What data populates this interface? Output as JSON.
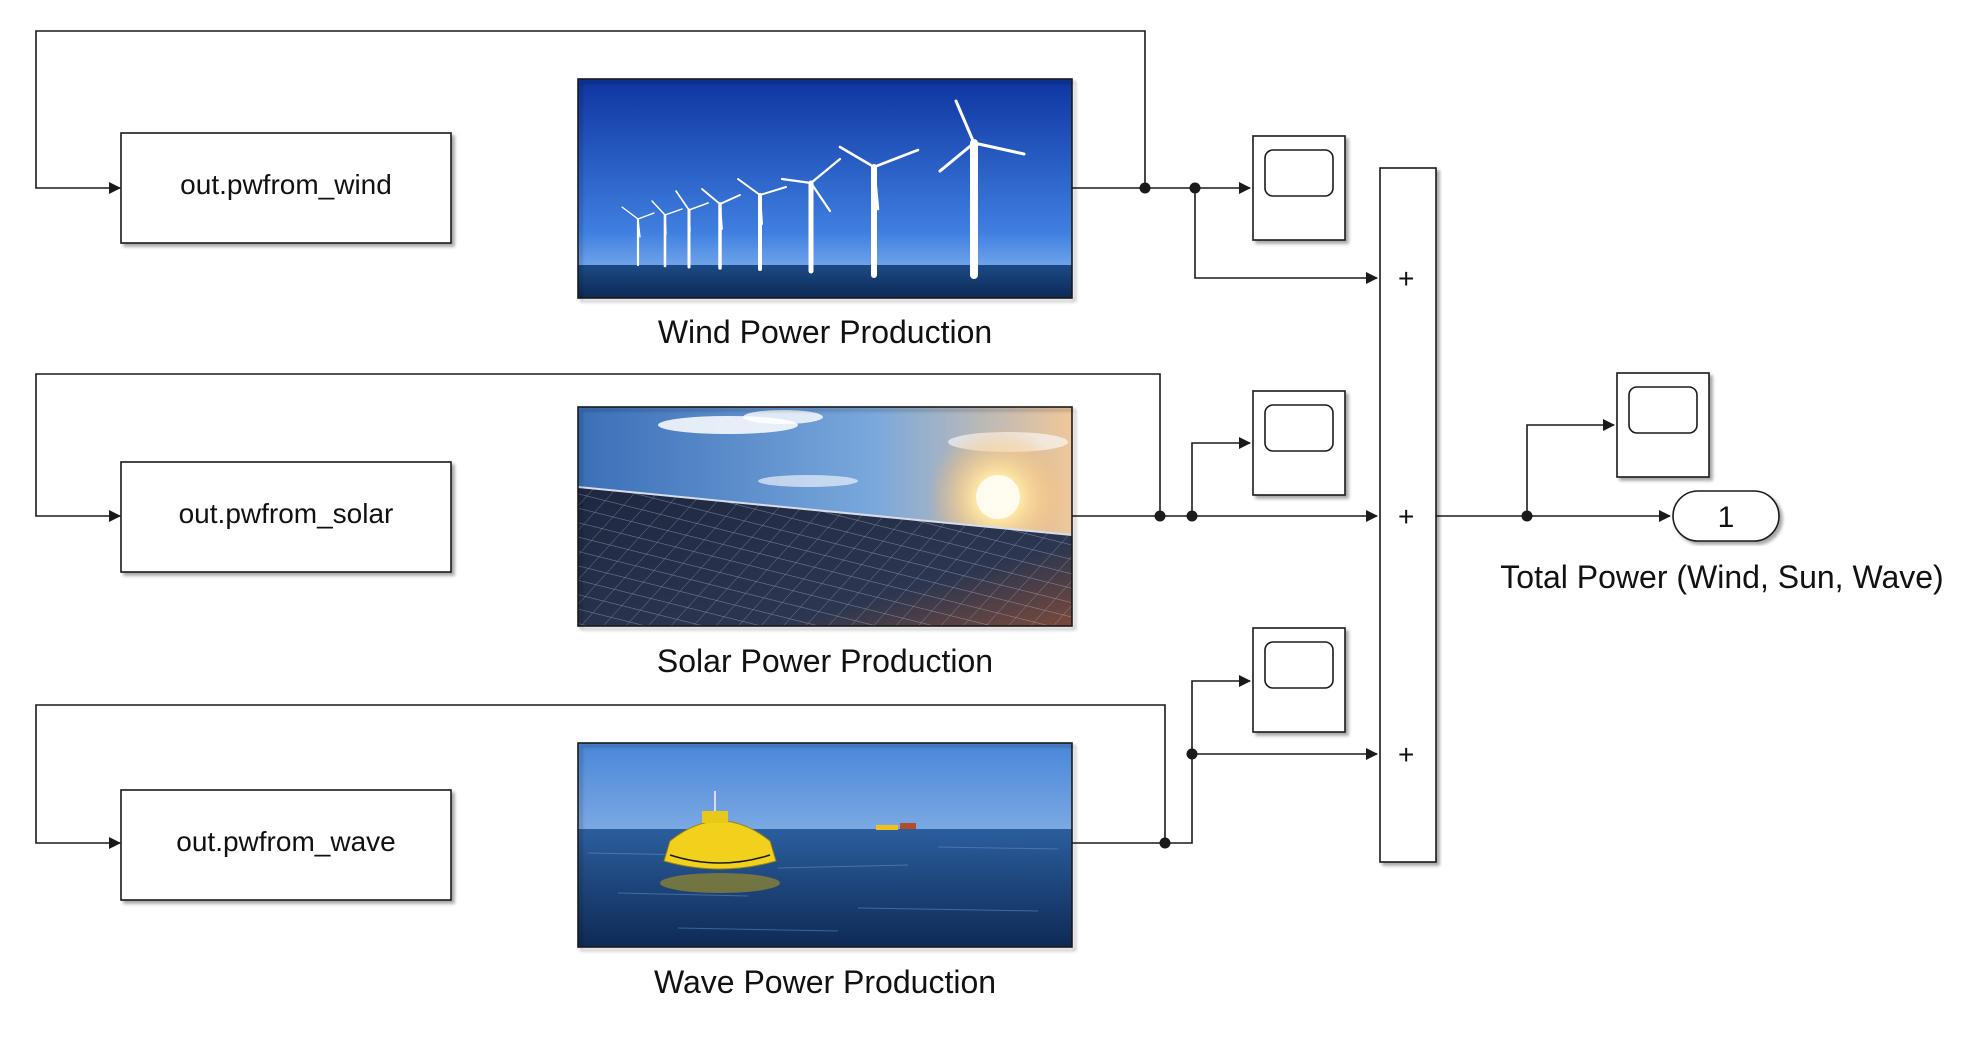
{
  "blocks": {
    "from_wind": {
      "label": "out.pwfrom_wind"
    },
    "from_solar": {
      "label": "out.pwfrom_solar"
    },
    "from_wave": {
      "label": "out.pwfrom_wave"
    }
  },
  "subsystems": {
    "wind": {
      "caption": "Wind Power Production",
      "image": "wind-turbines-offshore"
    },
    "solar": {
      "caption": "Solar Power Production",
      "image": "solar-panels-sunset"
    },
    "wave": {
      "caption": "Wave Power Production",
      "image": "wave-energy-buoy"
    }
  },
  "sum": {
    "signs": [
      "+",
      "+",
      "+"
    ]
  },
  "outport": {
    "number": "1",
    "caption": "Total Power (Wind, Sun, Wave)"
  },
  "scopes": [
    "scope-wind",
    "scope-solar",
    "scope-wave",
    "scope-total"
  ],
  "colors": {
    "line": "#1a1a1a",
    "sky_wind": "#1f4fb8",
    "buoy": "#f2d11c",
    "sea": "#173a6e"
  }
}
